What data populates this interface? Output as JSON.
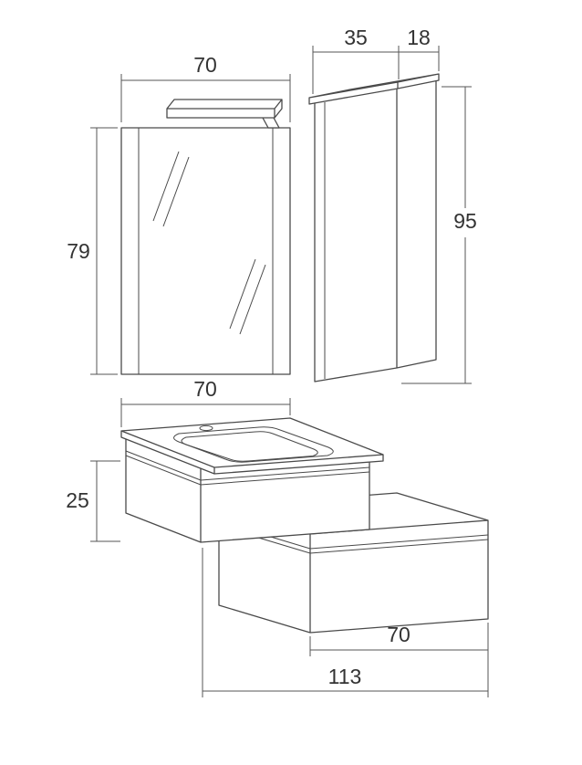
{
  "colors": {
    "background": "#ffffff",
    "line": "#4a4a4a",
    "dimension_line": "#565656",
    "text": "#333333"
  },
  "dimensions": {
    "mirror_width": "70",
    "mirror_height": "79",
    "column_width": "35",
    "column_depth": "18",
    "column_height": "95",
    "basin_width": "70",
    "basin_unit_height": "25",
    "drawer_unit_width": "70",
    "total_width": "113"
  }
}
